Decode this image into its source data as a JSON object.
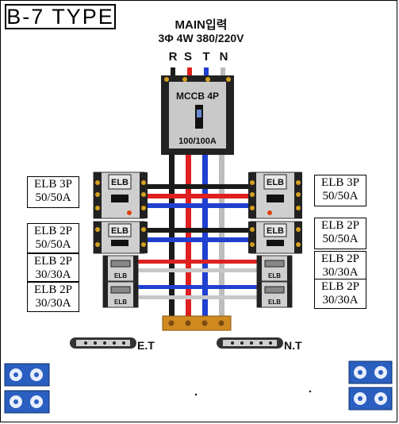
{
  "title": "B-7 TYPE",
  "main_input": {
    "title": "MAIN입력",
    "spec": "3Φ 4W 380/220V"
  },
  "phases": [
    "R",
    "S",
    "T",
    "N"
  ],
  "mccb": {
    "label": "MCCB 4P",
    "rating": "100/100A"
  },
  "breaker_face": "ELB",
  "left_labels": [
    {
      "line1": "ELB 3P",
      "line2": "50/50A"
    },
    {
      "line1": "ELB 2P",
      "line2": "50/50A"
    },
    {
      "line1": "ELB 2P",
      "line2": "30/30A"
    },
    {
      "line1": "ELB 2P",
      "line2": "30/30A"
    }
  ],
  "right_labels": [
    {
      "line1": "ELB 3P",
      "line2": "50/50A"
    },
    {
      "line1": "ELB 2P",
      "line2": "50/50A"
    },
    {
      "line1": "ELB 2P",
      "line2": "30/30A"
    },
    {
      "line1": "ELB 2P",
      "line2": "30/30A"
    }
  ],
  "busbars": {
    "earth": "E.T",
    "neutral": "N.T"
  },
  "colors": {
    "r": "#1a1a1a",
    "s": "#e02020",
    "t": "#2040d0",
    "n": "#c8c8c8",
    "terminal": "#2a5fc0",
    "busbar_copper": "#d08a20"
  }
}
